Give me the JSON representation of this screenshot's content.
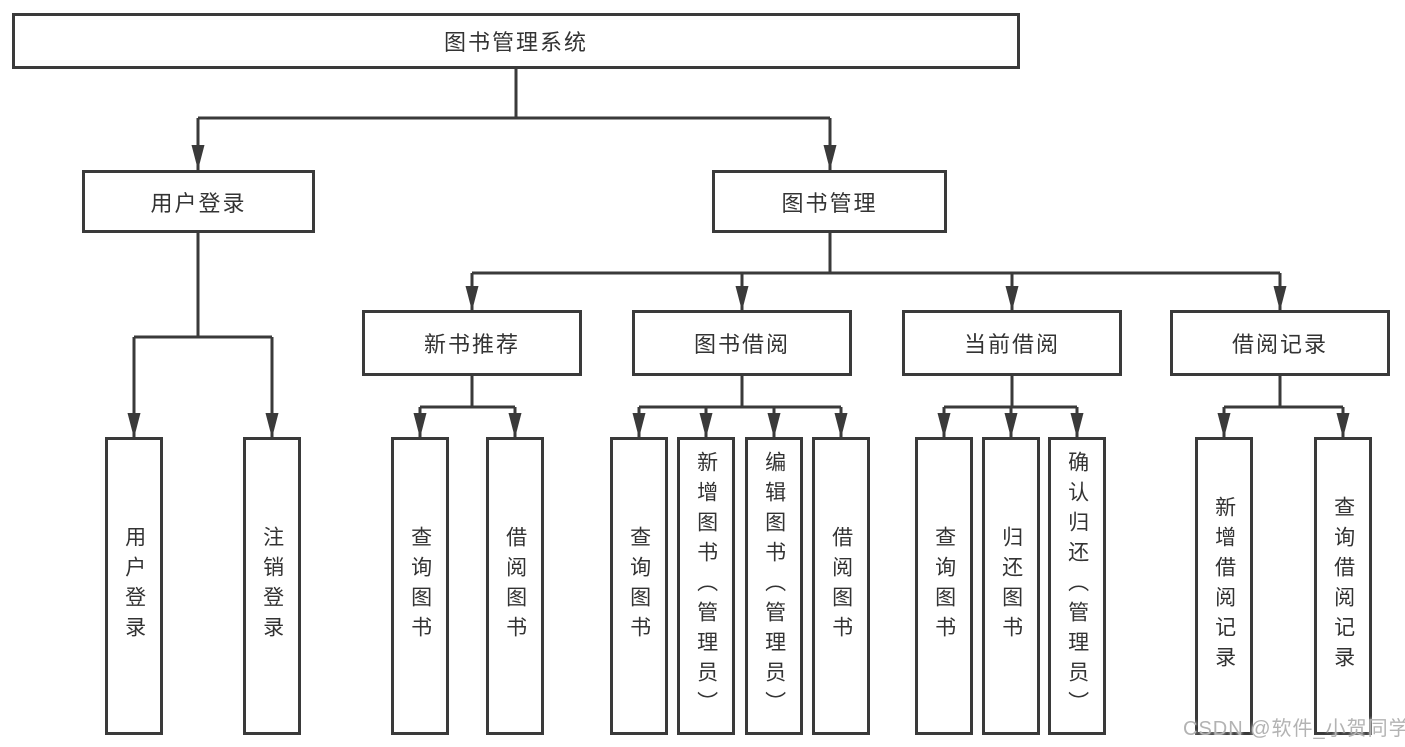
{
  "diagram": {
    "title_node": {
      "label": "图书管理系统"
    },
    "level2": [
      {
        "label": "用户登录"
      },
      {
        "label": "图书管理"
      }
    ],
    "level3": [
      {
        "label": "新书推荐",
        "parent": "图书管理"
      },
      {
        "label": "图书借阅",
        "parent": "图书管理"
      },
      {
        "label": "当前借阅",
        "parent": "图书管理"
      },
      {
        "label": "借阅记录",
        "parent": "图书管理"
      }
    ],
    "leaves": [
      {
        "label": "用户登录",
        "parent": "用户登录"
      },
      {
        "label": "注销登录",
        "parent": "用户登录"
      },
      {
        "label": "查询图书",
        "parent": "新书推荐"
      },
      {
        "label": "借阅图书",
        "parent": "新书推荐"
      },
      {
        "label": "查询图书",
        "parent": "图书借阅"
      },
      {
        "label": "新增图书（管理员）",
        "parent": "图书借阅"
      },
      {
        "label": "编辑图书（管理员）",
        "parent": "图书借阅"
      },
      {
        "label": "借阅图书",
        "parent": "图书借阅"
      },
      {
        "label": "查询图书",
        "parent": "当前借阅"
      },
      {
        "label": "归还图书",
        "parent": "当前借阅"
      },
      {
        "label": "确认归还（管理员）",
        "parent": "当前借阅"
      },
      {
        "label": "新增借阅记录",
        "parent": "借阅记录"
      },
      {
        "label": "查询借阅记录",
        "parent": "借阅记录"
      }
    ],
    "colors": {
      "line": "#3a3a3a",
      "text": "#333333",
      "background": "#ffffff"
    }
  },
  "watermark": {
    "text": "CSDN @软件_小贺同学",
    "color": "#b3b3b3"
  }
}
